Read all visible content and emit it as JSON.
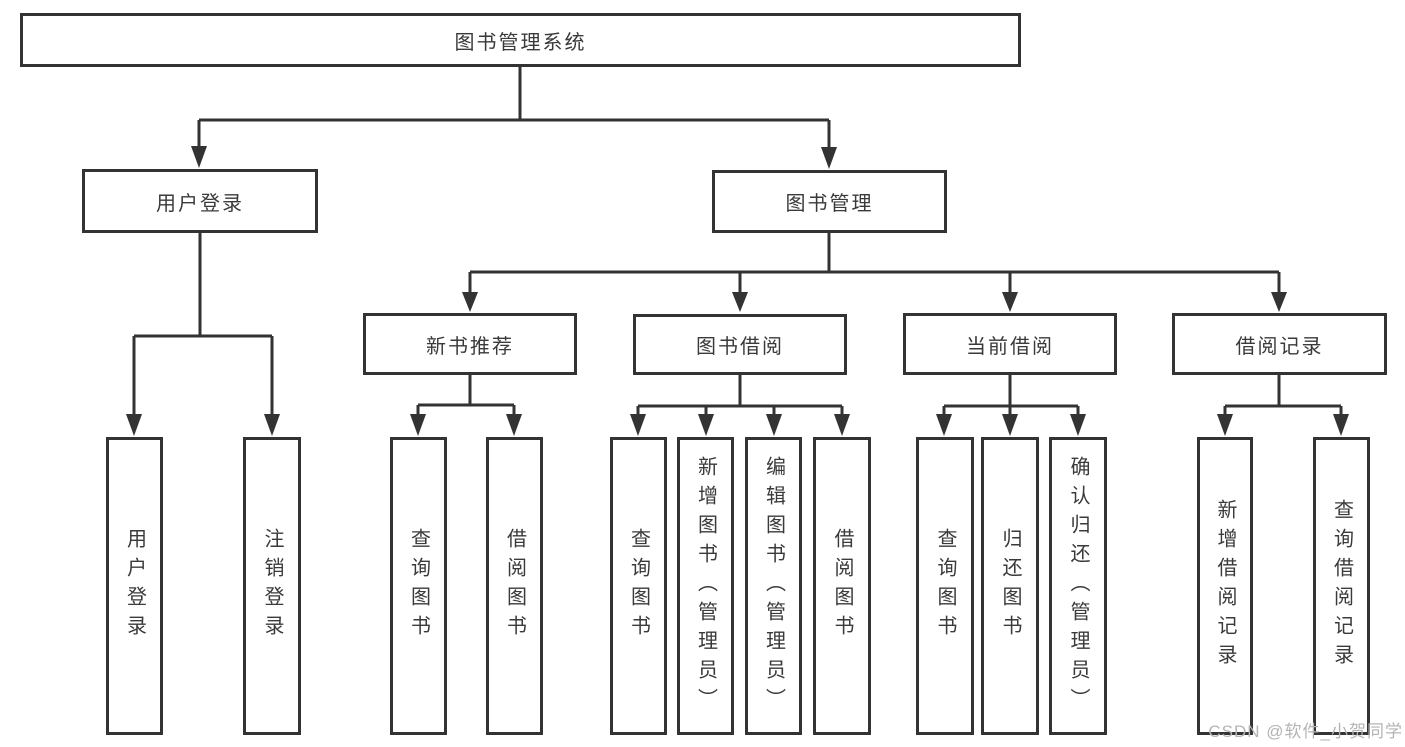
{
  "diagram": {
    "nodes": {
      "root": "图书管理系统",
      "user_login": "用户登录",
      "book_mgmt": "图书管理",
      "leaf_user_login": "用户登录",
      "leaf_logout": "注销登录",
      "new_book_rec": "新书推荐",
      "book_borrow": "图书借阅",
      "current_borrow": "当前借阅",
      "borrow_record": "借阅记录",
      "nb_query_book": "查询图书",
      "nb_borrow_book": "借阅图书",
      "bb_query_book": "查询图书",
      "bb_add_book": "新增图书（管理员）",
      "bb_edit_book": "编辑图书（管理员）",
      "bb_borrow_book": "借阅图书",
      "cb_query_book": "查询图书",
      "cb_return_book": "归还图书",
      "cb_confirm_return": "确认归还（管理员）",
      "br_add_record": "新增借阅记录",
      "br_query_record": "查询借阅记录"
    },
    "hierarchy": {
      "图书管理系统": {
        "用户登录": [
          "用户登录",
          "注销登录"
        ],
        "图书管理": {
          "新书推荐": [
            "查询图书",
            "借阅图书"
          ],
          "图书借阅": [
            "查询图书",
            "新增图书（管理员）",
            "编辑图书（管理员）",
            "借阅图书"
          ],
          "当前借阅": [
            "查询图书",
            "归还图书",
            "确认归还（管理员）"
          ],
          "借阅记录": [
            "新增借阅记录",
            "查询借阅记录"
          ]
        }
      }
    },
    "colors": {
      "line": "#333333",
      "text": "#3a3a3a",
      "background": "#ffffff",
      "watermark": "#b4b4b4"
    }
  },
  "watermark": {
    "text": "CSDN @软件_小贺同学"
  }
}
